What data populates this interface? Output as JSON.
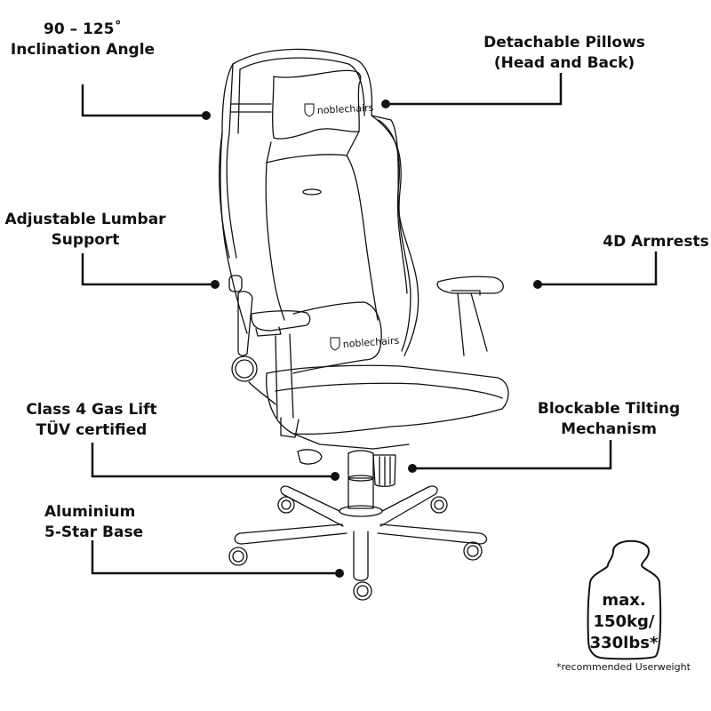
{
  "callouts": {
    "inclination": {
      "line1": "90 – 125˚",
      "line2": "Inclination Angle"
    },
    "pillows": {
      "line1": "Detachable Pillows",
      "line2": "(Head and Back)"
    },
    "lumbar": {
      "line1": "Adjustable Lumbar",
      "line2": "Support"
    },
    "armrests": {
      "line1": "4D Armrests"
    },
    "gaslift": {
      "line1": "Class 4 Gas Lift",
      "line2": "TÜV certified"
    },
    "tilting": {
      "line1": "Blockable Tilting",
      "line2": "Mechanism"
    },
    "base": {
      "line1": "Aluminium",
      "line2": "5-Star Base"
    }
  },
  "weight": {
    "line1": "max.",
    "line2": "150kg/",
    "line3": "330lbs*",
    "footnote": "*recommended Userweight"
  },
  "brand": {
    "name": "noblechairs"
  },
  "colors": {
    "ink": "#111111",
    "background": "#ffffff"
  }
}
